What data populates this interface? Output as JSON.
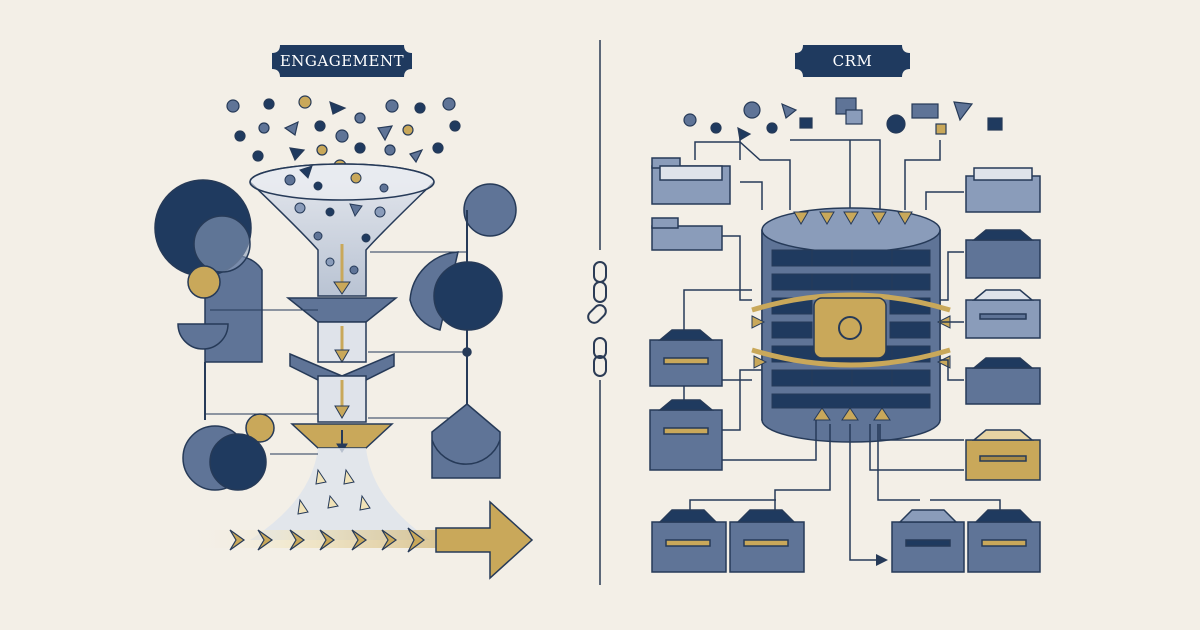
{
  "labels": {
    "left": "ENGAGEMENT",
    "right": "CRM"
  },
  "colors": {
    "background": "#f3efe7",
    "navy": "#1f3a5f",
    "slate": "#5f7497",
    "slate_light": "#8a9cba",
    "gold": "#c9a85a",
    "line": "#263a58"
  },
  "icons": {
    "left_panel": [
      "particle-cluster",
      "funnel",
      "arrow-stream",
      "circle-shapes"
    ],
    "right_panel": [
      "database-cylinder",
      "file-drawer",
      "link-chain",
      "vault-lock"
    ]
  }
}
